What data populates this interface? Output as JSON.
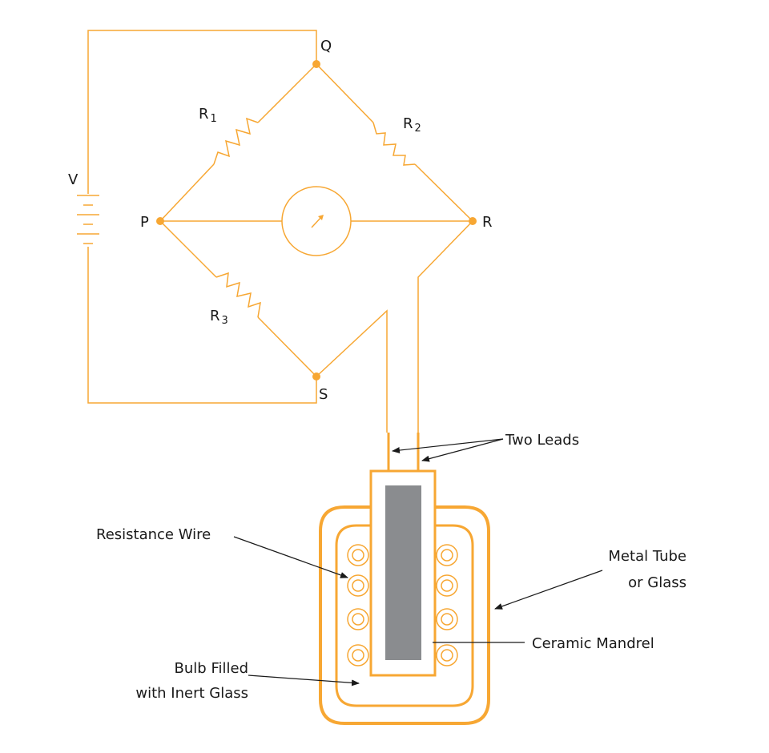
{
  "colors": {
    "accent": "#F7A733",
    "mandrel": "#8A8C8F",
    "text": "#1A1A1A",
    "background": "#FFFFFF"
  },
  "nodes": {
    "P": "P",
    "Q": "Q",
    "R": "R",
    "S": "S"
  },
  "source": {
    "label": "V"
  },
  "resistors": {
    "r1": {
      "main": "R",
      "sub": "1"
    },
    "r2": {
      "main": "R",
      "sub": "2"
    },
    "r3": {
      "main": "R",
      "sub": "3"
    }
  },
  "galvanometer": {
    "icon": "galvanometer-icon"
  },
  "callouts": {
    "two_leads": "Two Leads",
    "resistance_wire": "Resistance Wire",
    "metal_tube_line1": "Metal Tube",
    "metal_tube_line2": "or Glass",
    "ceramic_mandrel": "Ceramic Mandrel",
    "bulb_line1": "Bulb Filled",
    "bulb_line2": "with Inert Glass"
  }
}
